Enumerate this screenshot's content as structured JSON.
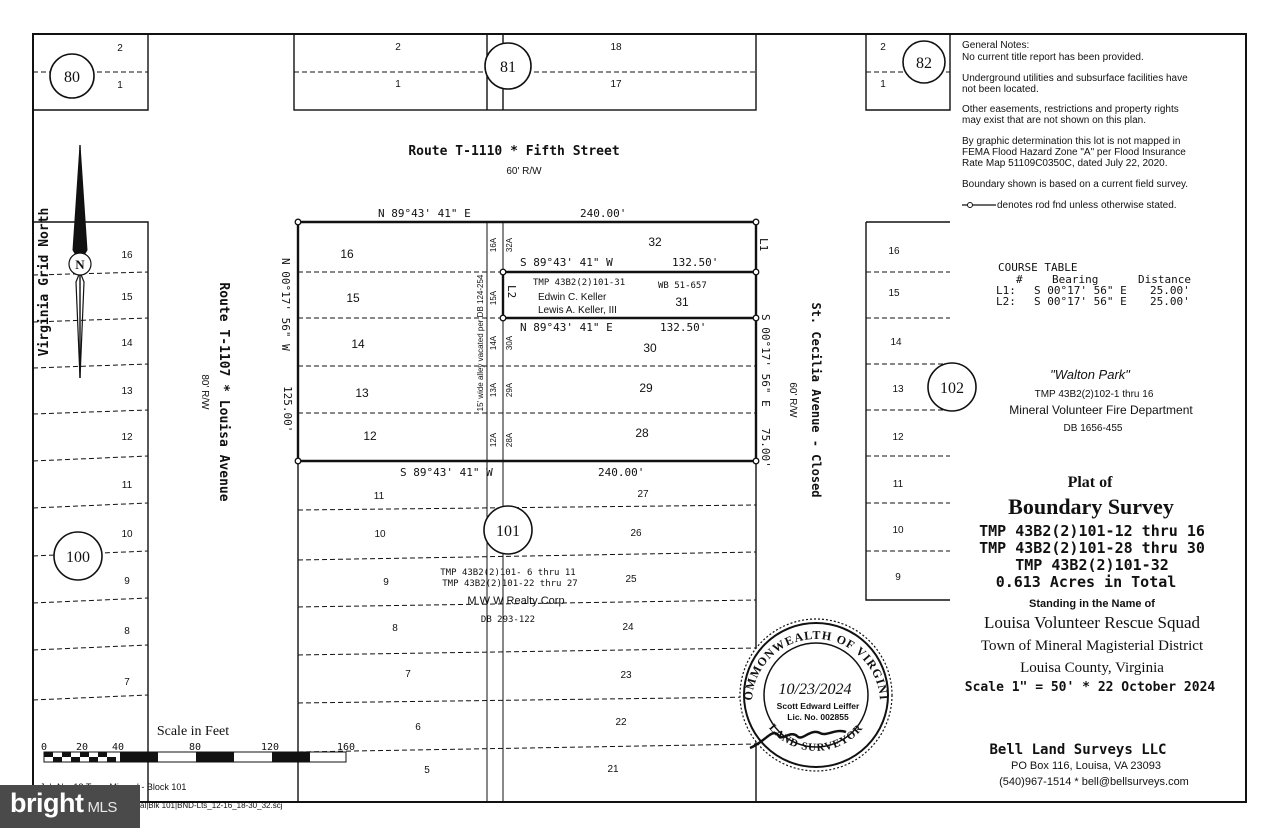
{
  "general_notes": {
    "title": "General Notes:",
    "lines": [
      "No current title report has been provided.",
      "Underground utilities and subsurface facilities have",
      "not been located.",
      "Other easements, restrictions and property rights",
      "may exist that are not shown on this plan.",
      "By graphic determination this lot is not mapped in",
      "FEMA Flood Hazard Zone \"A\" per Flood Insurance",
      "Rate Map 51109C0350C, dated July 22, 2020.",
      "Boundary shown is based on a current field survey.",
      "denotes rod fnd unless otherwise stated."
    ]
  },
  "course_table": {
    "title": "COURSE TABLE",
    "header": [
      "#",
      "Bearing",
      "Distance"
    ],
    "rows": [
      {
        "id": "L1:",
        "bearing": "S 00°17' 56\" E",
        "distance": "25.00'"
      },
      {
        "id": "L2:",
        "bearing": "S 00°17' 56\" E",
        "distance": "25.00'"
      }
    ]
  },
  "walton_park": {
    "name": "\"Walton Park\"",
    "tmp": "TMP 43B2(2)102-1 thru 16",
    "owner": "Mineral Volunteer Fire Department",
    "db": "DB 1656-455"
  },
  "title_block": {
    "plat_of": "Plat of",
    "boundary_survey": "Boundary Survey",
    "tmp_lines": [
      "TMP 43B2(2)101-12 thru 16",
      "TMP 43B2(2)101-28 thru 30",
      "TMP 43B2(2)101-32"
    ],
    "acres": "0.613 Acres in Total",
    "standing": "Standing in the Name of",
    "owner": "Louisa Volunteer Rescue Squad",
    "district": "Town of Mineral Magisterial District",
    "county": "Louisa County, Virginia",
    "scale_date": "Scale 1\" = 50'  *  22 October 2024"
  },
  "surveyor": {
    "company": "Bell Land Surveys LLC",
    "address": "PO Box 116, Louisa, VA  23093",
    "contact": "(540)967-1514  *  bell@bellsurveys.com"
  },
  "seal": {
    "ring_top": "COMMONWEALTH OF VIRGINIA",
    "ring_bottom": "LAND SURVEYOR",
    "date": "10/23/2024",
    "name": "Scott Edward Leiffer",
    "lic": "Lic. No. 002855"
  },
  "streets": {
    "fifth": "Route T-1110  *  Fifth Street",
    "fifth_rw": "60' R/W",
    "louisa": "Route T-1107  *  Louisa Avenue",
    "louisa_rw": "80' R/W",
    "cecilia": "St. Cecilia Avenue - Closed",
    "cecilia_rw": "60' R/W"
  },
  "north_arrow": "Virginia Grid North",
  "blocks": [
    "80",
    "81",
    "82",
    "100",
    "101",
    "102"
  ],
  "bearings": {
    "top": "N 89°43' 41\" E",
    "top_dist": "240.00'",
    "bottom": "S 89°43' 41\" W",
    "bottom_dist": "240.00'",
    "west": "N 00°17' 56\" W",
    "west_dist": "125.00'",
    "east": "S 00°17' 56\" E",
    "east_dist": "75.00'",
    "mid1": "S 89°43' 41\" W",
    "mid1_dist": "132.50'",
    "mid2": "N 89°43' 41\" E",
    "mid2_dist": "132.50'",
    "L1": "L1",
    "L2": "L2",
    "alley": "15' wide alley vacated per DB 124-254"
  },
  "keller": {
    "tmp": "TMP 43B2(2)101-31",
    "owners": [
      "Edwin C. Keller",
      "Lewis A. Keller, III"
    ],
    "wb": "WB 51-657"
  },
  "mww": {
    "tmp1": "TMP 43B2(2)101- 6 thru 11",
    "tmp2": "TMP 43B2(2)101-22 thru 27",
    "owner": "M W W Realty Corp",
    "db": "DB 293-122"
  },
  "scale_bar": {
    "title": "Scale in Feet",
    "ticks": [
      "0",
      "20",
      "40",
      "80",
      "120",
      "160"
    ]
  },
  "job_line": "Job No. 18  Town Mineral  -  Block 101",
  "file_line": "Mineral|Blk 101|BND-Lts_12-16_18-30_32.scj",
  "watermark": {
    "brand": "bright",
    "sub": "MLS"
  },
  "lots": {
    "subject_west": [
      "16",
      "15",
      "14",
      "13",
      "12"
    ],
    "subject_east": [
      "32",
      "31",
      "30",
      "29",
      "28"
    ],
    "alley_west": [
      "16A",
      "15A",
      "14A",
      "13A",
      "12A"
    ],
    "alley_east": [
      "32A",
      "30A",
      "29A",
      "28A"
    ],
    "south_west": [
      "11",
      "10",
      "9",
      "8",
      "7",
      "6",
      "5"
    ],
    "south_east": [
      "27",
      "26",
      "25",
      "24",
      "23",
      "22",
      "21"
    ],
    "left_col": [
      "16",
      "15",
      "14",
      "13",
      "12",
      "11",
      "10",
      "9",
      "8",
      "7"
    ],
    "right_col": [
      "16",
      "15",
      "14",
      "13",
      "12",
      "11",
      "10",
      "9"
    ],
    "top_left": [
      "2",
      "1"
    ],
    "top_mid_left": [
      "2",
      "1"
    ],
    "top_mid_right": [
      "18",
      "17"
    ],
    "top_right": [
      "2",
      "1"
    ]
  }
}
